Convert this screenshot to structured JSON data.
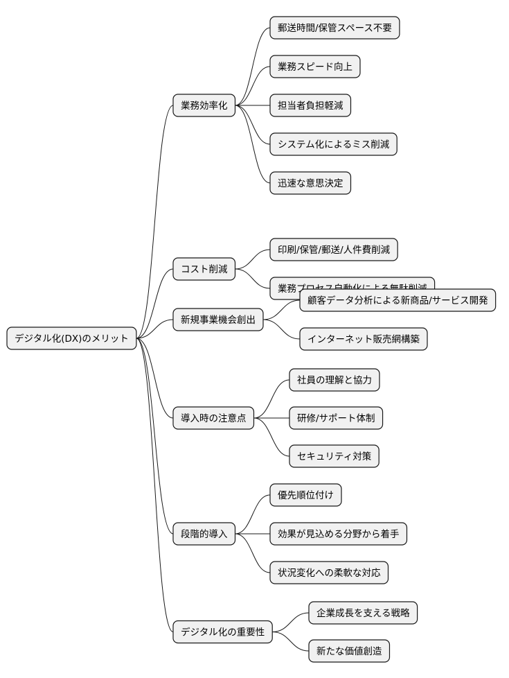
{
  "mindmap": {
    "root": "デジタル化(DX)のメリット",
    "branches": [
      {
        "label": "業務効率化",
        "children": [
          "郵送時間/保管スペース不要",
          "業務スピード向上",
          "担当者負担軽減",
          "システム化によるミス削減",
          "迅速な意思決定"
        ]
      },
      {
        "label": "コスト削減",
        "children": [
          "印刷/保管/郵送/人件費削減",
          "業務プロセス自動化による無駄削減"
        ]
      },
      {
        "label": "新規事業機会創出",
        "children": [
          "顧客データ分析による新商品/サービス開発",
          "インターネット販売網構築"
        ]
      },
      {
        "label": "導入時の注意点",
        "children": [
          "社員の理解と協力",
          "研修/サポート体制",
          "セキュリティ対策"
        ]
      },
      {
        "label": "段階的導入",
        "children": [
          "優先順位付け",
          "効果が見込める分野から着手",
          "状況変化への柔軟な対応"
        ]
      },
      {
        "label": "デジタル化の重要性",
        "children": [
          "企業成長を支える戦略",
          "新たな価値創造"
        ]
      }
    ]
  }
}
